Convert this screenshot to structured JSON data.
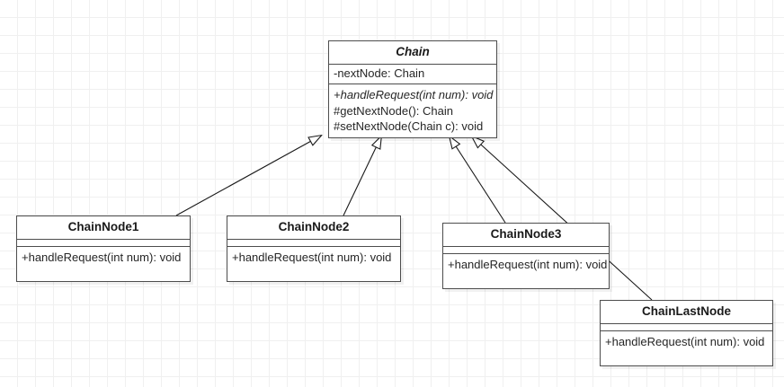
{
  "diagram": {
    "title": "Chain of Responsibility UML class diagram",
    "background": "#ffffff",
    "grid_color": "#f0f0f0",
    "line_color": "#1a1a1a",
    "border_color": "#4d4d4d",
    "classes": [
      {
        "id": "chain",
        "name": "Chain",
        "abstract": true,
        "attributes": [
          "-nextNode: Chain"
        ],
        "operations": [
          {
            "text": "+handleRequest(int num): void",
            "abstract": true
          },
          {
            "text": "#getNextNode(): Chain",
            "abstract": false
          },
          {
            "text": "#setNextNode(Chain c): void",
            "abstract": false
          }
        ]
      },
      {
        "id": "chainnode1",
        "name": "ChainNode1",
        "abstract": false,
        "attributes": [],
        "operations": [
          {
            "text": "+handleRequest(int num): void",
            "abstract": false
          }
        ]
      },
      {
        "id": "chainnode2",
        "name": "ChainNode2",
        "abstract": false,
        "attributes": [],
        "operations": [
          {
            "text": "+handleRequest(int num): void",
            "abstract": false
          }
        ]
      },
      {
        "id": "chainnode3",
        "name": "ChainNode3",
        "abstract": false,
        "attributes": [],
        "operations": [
          {
            "text": "+handleRequest(int num): void",
            "abstract": false
          }
        ]
      },
      {
        "id": "chainlastnode",
        "name": "ChainLastNode",
        "abstract": false,
        "attributes": [],
        "operations": [
          {
            "text": "+handleRequest(int num): void",
            "abstract": false
          }
        ]
      }
    ],
    "relationships": [
      {
        "type": "generalization",
        "from": "chainnode1",
        "to": "chain"
      },
      {
        "type": "generalization",
        "from": "chainnode2",
        "to": "chain"
      },
      {
        "type": "generalization",
        "from": "chainnode3",
        "to": "chain"
      },
      {
        "type": "generalization",
        "from": "chainlastnode",
        "to": "chain"
      }
    ]
  }
}
